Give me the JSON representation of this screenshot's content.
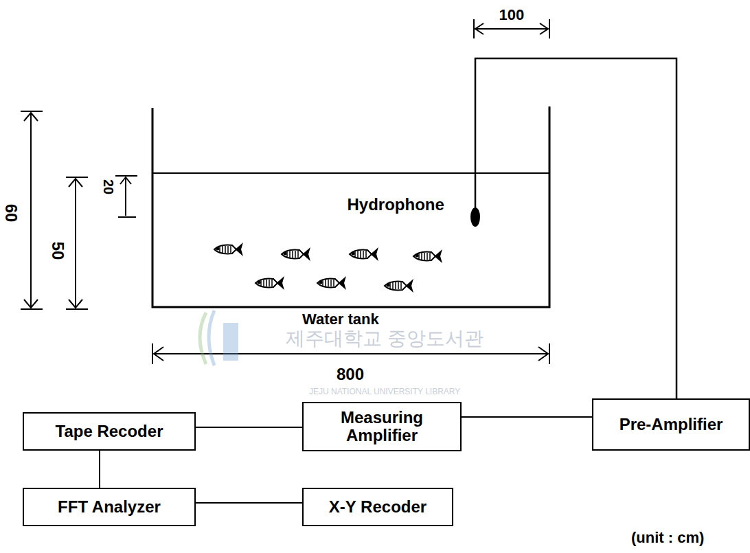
{
  "diagram": {
    "nodes": [
      {
        "text": [
          "Tape Recoder"
        ]
      },
      {
        "text": [
          "Measuring Amplifier"
        ]
      },
      {
        "text": [
          "Pre-Amplifier"
        ]
      },
      {
        "text": [
          "FFT Analyzer"
        ]
      },
      {
        "text": [
          "X-Y Recoder"
        ]
      }
    ],
    "edges": [
      {
        "from": 2,
        "to": 1,
        "arrow": "none"
      },
      {
        "from": 1,
        "to": 0,
        "arrow": "none"
      },
      {
        "from": 0,
        "to": 3,
        "arrow": "none"
      },
      {
        "from": 3,
        "to": 4,
        "arrow": "none"
      }
    ],
    "labels": [
      "100",
      "60",
      "50",
      "20",
      "Hydrophone",
      "Water tank",
      "제주대학교 중앙도서관",
      "JEJU NATIONAL UNIVERSITY LIBRARY",
      "800",
      "(unit : cm)"
    ]
  }
}
